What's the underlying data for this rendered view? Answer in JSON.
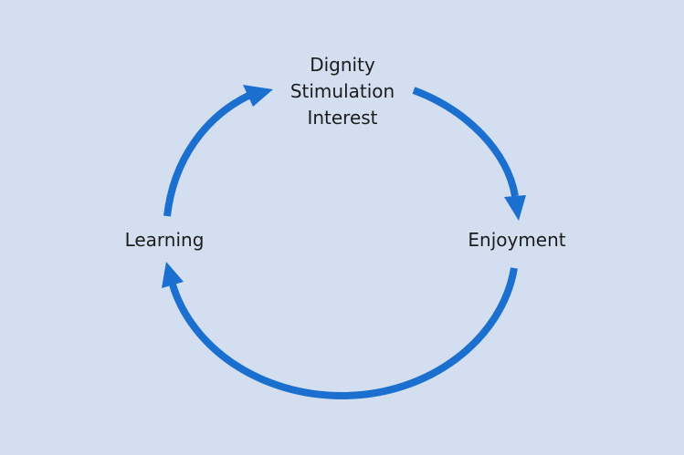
{
  "nodes": {
    "top": {
      "lines": [
        "Dignity",
        "Stimulation",
        "Interest"
      ]
    },
    "right": {
      "label": "Enjoyment"
    },
    "left": {
      "label": "Learning"
    }
  },
  "colors": {
    "background": "#d3dff0",
    "arrow": "#1a6fcf",
    "text": "#1c1c1c"
  }
}
